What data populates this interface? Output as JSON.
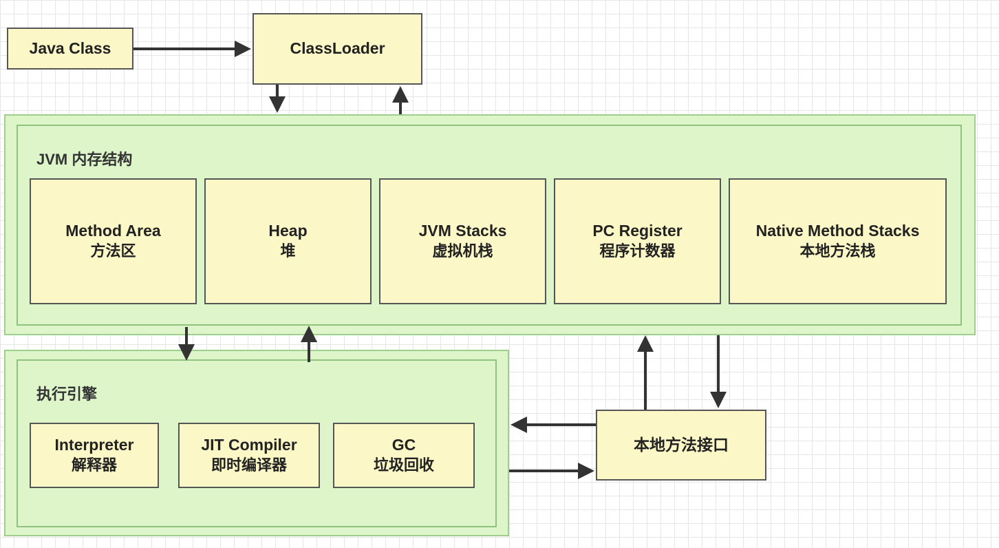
{
  "nodes": {
    "java_class": "Java Class",
    "classloader": "ClassLoader",
    "native_interface": "本地方法接口"
  },
  "jvm_memory": {
    "label": "JVM 内存结构",
    "areas": [
      {
        "name": "Method Area",
        "cn": "方法区"
      },
      {
        "name": "Heap",
        "cn": "堆"
      },
      {
        "name": "JVM Stacks",
        "cn": "虚拟机栈"
      },
      {
        "name": "PC Register",
        "cn": "程序计数器"
      },
      {
        "name": "Native Method Stacks",
        "cn": "本地方法栈"
      }
    ]
  },
  "execution_engine": {
    "label": "执行引擎",
    "parts": [
      {
        "name": "Interpreter",
        "cn": "解释器"
      },
      {
        "name": "JIT Compiler",
        "cn": "即时编译器"
      },
      {
        "name": "GC",
        "cn": "垃圾回收"
      }
    ]
  },
  "colors": {
    "box_fill": "#fbf7c6",
    "group_fill": "#ddf5c8",
    "arrow": "#333333"
  }
}
